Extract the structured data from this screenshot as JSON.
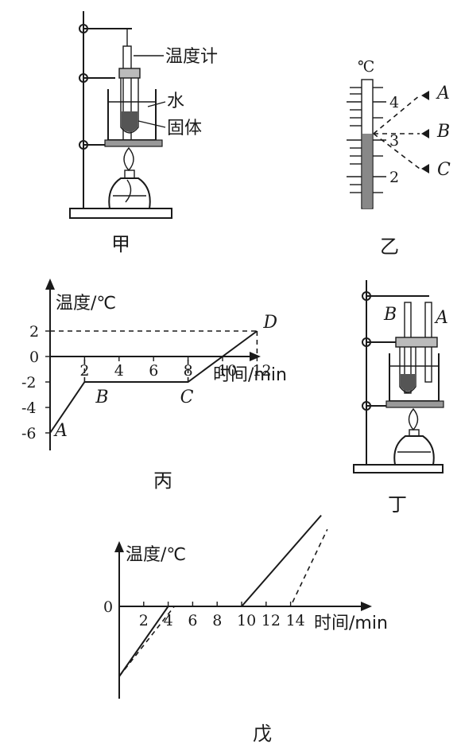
{
  "figure_jia": {
    "thermometer_label": "温度计",
    "water_label": "水",
    "solid_label": "固体",
    "caption": "甲"
  },
  "figure_yi": {
    "unit": "℃",
    "scale_ticks": [
      "4",
      "3",
      "2"
    ],
    "viewpoints": [
      "A",
      "B",
      "C"
    ],
    "caption": "乙"
  },
  "figure_bing": {
    "caption": "丙",
    "chart_data": {
      "type": "line",
      "ylabel": "温度/℃",
      "xlabel": "时间/min",
      "x_ticks": [
        "2",
        "4",
        "6",
        "8",
        "10",
        "12"
      ],
      "y_ticks": [
        "2",
        "0",
        "-2",
        "-4",
        "-6"
      ],
      "series": [
        {
          "points": [
            {
              "x": 0,
              "y": -6,
              "label": "A"
            },
            {
              "x": 2,
              "y": -2,
              "label": "B"
            },
            {
              "x": 8,
              "y": -2,
              "label": "C"
            },
            {
              "x": 12,
              "y": 2,
              "label": "D"
            }
          ]
        }
      ]
    }
  },
  "figure_ding": {
    "tube_labels": [
      "B",
      "A"
    ],
    "caption": "丁"
  },
  "figure_wu": {
    "caption": "戊",
    "chart_data": {
      "type": "line",
      "ylabel": "温度/℃",
      "xlabel": "时间/min",
      "x_ticks": [
        "2",
        "4",
        "6",
        "8",
        "10",
        "12",
        "14"
      ],
      "y_ticks": [
        "0"
      ],
      "series": [
        {
          "style": "solid",
          "points": [
            {
              "x": 0,
              "y": -5
            },
            {
              "x": 4,
              "y": 0
            },
            {
              "x": 10,
              "y": 0
            },
            {
              "x": 16.5,
              "y": 6.5
            }
          ]
        },
        {
          "style": "dashed",
          "points": [
            {
              "x": 0,
              "y": -5
            },
            {
              "x": 4.5,
              "y": 0
            },
            {
              "x": 14,
              "y": 0
            },
            {
              "x": 17,
              "y": 5.5
            }
          ]
        }
      ]
    }
  }
}
